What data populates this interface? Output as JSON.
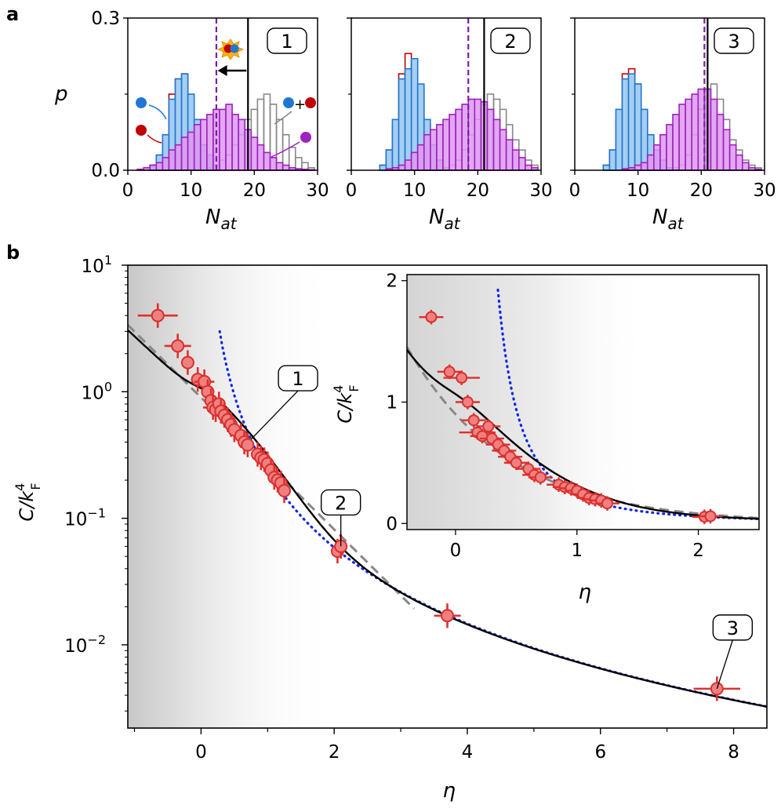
{
  "panels": {
    "a": "a",
    "b": "b"
  },
  "chart_data": [
    {
      "type": "bar",
      "panel": "a",
      "ylabel": "p",
      "xlabel": "N_at",
      "xlim": [
        0,
        30
      ],
      "ylim": [
        0,
        0.3
      ],
      "yticks": [
        "0.0",
        "0.3"
      ],
      "xticks": [
        "0",
        "10",
        "20",
        "30"
      ],
      "bin_width": 1,
      "colors": {
        "blue": "#1f77d4",
        "blue_fill": "#a6cef0",
        "red": "#c00000",
        "purple": "#a020c0",
        "purple_fill": "#dd99ee",
        "gray": "#888888",
        "mean_line": "#7b1fa2"
      },
      "subplots": [
        {
          "label": "1",
          "solid_line_x": 19,
          "dashed_line_x": 14,
          "bins_x": [
            1,
            2,
            3,
            4,
            5,
            6,
            7,
            8,
            9,
            10,
            11,
            12,
            13,
            14,
            15,
            16,
            17,
            18,
            19,
            20,
            21,
            22,
            23,
            24,
            25,
            26,
            27,
            28,
            29
          ],
          "blue": [
            0,
            0,
            0,
            0.01,
            0.03,
            0.07,
            0.14,
            0.18,
            0.19,
            0.15,
            0.1,
            0.05,
            0.03,
            0.01,
            0,
            0,
            0,
            0,
            0,
            0,
            0,
            0,
            0,
            0,
            0,
            0,
            0,
            0,
            0
          ],
          "red": [
            0,
            0,
            0,
            0.01,
            0.03,
            0.07,
            0.15,
            0.18,
            0.19,
            0.14,
            0.09,
            0.05,
            0.02,
            0.01,
            0,
            0,
            0,
            0,
            0,
            0,
            0,
            0,
            0,
            0,
            0,
            0,
            0,
            0,
            0
          ],
          "purple": [
            0,
            0.002,
            0.005,
            0.01,
            0.015,
            0.025,
            0.04,
            0.05,
            0.065,
            0.075,
            0.09,
            0.1,
            0.11,
            0.12,
            0.12,
            0.13,
            0.11,
            0.1,
            0.08,
            0.065,
            0.05,
            0.035,
            0.025,
            0.015,
            0.01,
            0.005,
            0.003,
            0.002,
            0.001
          ],
          "gray": [
            0,
            0,
            0,
            0,
            0,
            0,
            0,
            0,
            0,
            0,
            0,
            0,
            0.005,
            0.01,
            0.02,
            0.03,
            0.05,
            0.07,
            0.1,
            0.12,
            0.14,
            0.15,
            0.13,
            0.1,
            0.07,
            0.045,
            0.025,
            0.015,
            0.005
          ]
        },
        {
          "label": "2",
          "solid_line_x": 21,
          "dashed_line_x": 18.5,
          "bins_x": [
            1,
            2,
            3,
            4,
            5,
            6,
            7,
            8,
            9,
            10,
            11,
            12,
            13,
            14,
            15,
            16,
            17,
            18,
            19,
            20,
            21,
            22,
            23,
            24,
            25,
            26,
            27,
            28,
            29
          ],
          "blue": [
            0,
            0,
            0,
            0,
            0.01,
            0.04,
            0.1,
            0.18,
            0.2,
            0.22,
            0.17,
            0.1,
            0.05,
            0.02,
            0.005,
            0,
            0,
            0,
            0,
            0,
            0,
            0,
            0,
            0,
            0,
            0,
            0,
            0,
            0
          ],
          "red": [
            0,
            0,
            0,
            0,
            0.01,
            0.04,
            0.09,
            0.19,
            0.23,
            0.21,
            0.16,
            0.09,
            0.04,
            0.015,
            0.005,
            0,
            0,
            0,
            0,
            0,
            0,
            0,
            0,
            0,
            0,
            0,
            0,
            0,
            0
          ],
          "purple": [
            0,
            0,
            0,
            0,
            0,
            0.003,
            0.005,
            0.01,
            0.02,
            0.035,
            0.05,
            0.07,
            0.08,
            0.09,
            0.1,
            0.11,
            0.12,
            0.13,
            0.14,
            0.14,
            0.135,
            0.12,
            0.1,
            0.08,
            0.06,
            0.04,
            0.025,
            0.01,
            0.005
          ],
          "gray": [
            0,
            0,
            0,
            0,
            0,
            0,
            0,
            0,
            0,
            0,
            0,
            0,
            0,
            0,
            0.005,
            0.01,
            0.02,
            0.04,
            0.07,
            0.1,
            0.13,
            0.15,
            0.14,
            0.12,
            0.09,
            0.06,
            0.04,
            0.02,
            0.01
          ]
        },
        {
          "label": "3",
          "solid_line_x": 21,
          "dashed_line_x": 20.5,
          "bins_x": [
            1,
            2,
            3,
            4,
            5,
            6,
            7,
            8,
            9,
            10,
            11,
            12,
            13,
            14,
            15,
            16,
            17,
            18,
            19,
            20,
            21,
            22,
            23,
            24,
            25,
            26,
            27,
            28,
            29
          ],
          "blue": [
            0,
            0,
            0,
            0,
            0.01,
            0.04,
            0.12,
            0.18,
            0.19,
            0.17,
            0.12,
            0.07,
            0.04,
            0.02,
            0.005,
            0,
            0,
            0,
            0,
            0,
            0,
            0,
            0,
            0,
            0,
            0,
            0,
            0,
            0
          ],
          "red": [
            0,
            0,
            0,
            0,
            0.01,
            0.04,
            0.1,
            0.19,
            0.2,
            0.17,
            0.11,
            0.06,
            0.04,
            0.02,
            0.005,
            0,
            0,
            0,
            0,
            0,
            0,
            0,
            0,
            0,
            0,
            0,
            0,
            0,
            0
          ],
          "purple": [
            0,
            0,
            0,
            0,
            0,
            0,
            0,
            0.003,
            0.005,
            0.01,
            0.015,
            0.03,
            0.05,
            0.07,
            0.09,
            0.11,
            0.13,
            0.14,
            0.15,
            0.16,
            0.16,
            0.14,
            0.11,
            0.08,
            0.05,
            0.03,
            0.015,
            0.005,
            0.002
          ],
          "gray": [
            0,
            0,
            0,
            0,
            0,
            0,
            0,
            0,
            0,
            0,
            0,
            0,
            0,
            0,
            0,
            0.005,
            0.01,
            0.03,
            0.07,
            0.12,
            0.16,
            0.17,
            0.14,
            0.1,
            0.06,
            0.04,
            0.02,
            0.01,
            0.005
          ]
        }
      ]
    },
    {
      "type": "scatter",
      "panel": "b",
      "xlabel": "η",
      "ylabel": "C/k_F^4",
      "yscale": "log",
      "xlim": [
        -1.1,
        8.5
      ],
      "ylim": [
        0.0022,
        10
      ],
      "xticks": [
        "0",
        "2",
        "4",
        "6",
        "8"
      ],
      "yticks": [
        "10^1",
        "10^0",
        "10^-1",
        "10^-2"
      ],
      "points": {
        "x": [
          -0.65,
          -0.35,
          -0.2,
          -0.05,
          0.05,
          0.1,
          0.15,
          0.18,
          0.22,
          0.27,
          0.3,
          0.35,
          0.4,
          0.45,
          0.5,
          0.6,
          0.65,
          0.7,
          0.85,
          0.9,
          0.95,
          1.0,
          1.05,
          1.1,
          1.15,
          1.2,
          1.25,
          2.05,
          2.1,
          3.7,
          7.75
        ],
        "y": [
          4.0,
          2.3,
          1.7,
          1.25,
          1.2,
          1.0,
          0.85,
          0.75,
          0.72,
          0.8,
          0.7,
          0.65,
          0.6,
          0.55,
          0.5,
          0.45,
          0.4,
          0.38,
          0.32,
          0.3,
          0.29,
          0.27,
          0.24,
          0.21,
          0.2,
          0.19,
          0.165,
          0.055,
          0.06,
          0.017,
          0.0045
        ],
        "xerr": [
          0.3,
          0.2,
          0.1,
          0.1,
          0.15,
          0.1,
          0.1,
          0.15,
          0.1,
          0.1,
          0.1,
          0.1,
          0.1,
          0.1,
          0.1,
          0.1,
          0.1,
          0.1,
          0.1,
          0.1,
          0.1,
          0.1,
          0.1,
          0.1,
          0.1,
          0.1,
          0.1,
          0.1,
          0.1,
          0.2,
          0.35
        ],
        "color": "#e84a4a"
      },
      "series": [
        {
          "style": "solid",
          "color": "#000000"
        },
        {
          "style": "dashed",
          "color": "#888888"
        },
        {
          "style": "dotted",
          "color": "#1028e0"
        }
      ],
      "annotations": [
        {
          "label": "1",
          "x": 0.75,
          "y": 0.42
        },
        {
          "label": "2",
          "x": 2.1,
          "y": 0.06
        },
        {
          "label": "3",
          "x": 7.75,
          "y": 0.0045
        }
      ],
      "inset": {
        "xlabel": "η",
        "ylabel": "C/k_F^4",
        "xlim": [
          -0.4,
          2.5
        ],
        "ylim": [
          -0.05,
          2.05
        ],
        "xticks": [
          "0",
          "1",
          "2"
        ],
        "yticks": [
          "0",
          "1",
          "2"
        ]
      }
    }
  ]
}
